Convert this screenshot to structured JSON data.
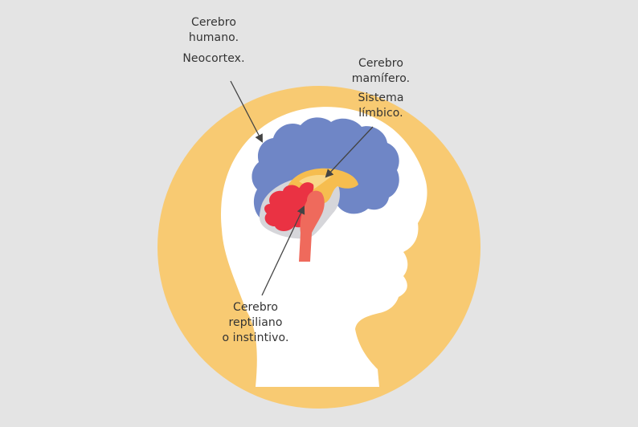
{
  "labels": {
    "human": {
      "line1": "Cerebro",
      "line2": "humano.",
      "line3": "Neocortex."
    },
    "mammal": {
      "line1": "Cerebro",
      "line2": "mamífero.",
      "line3": "Sistema",
      "line4": "límbico."
    },
    "reptile": {
      "line1": "Cerebro",
      "line2": "reptiliano",
      "line3": "o instintivo."
    }
  },
  "colors": {
    "background": "#e4e4e4",
    "circle": "#f8ca72",
    "head": "#ffffff",
    "neocortex": "#6f86c6",
    "inner_gray": "#d6d6da",
    "limbic": "#f6bd4f",
    "limbic_light": "#f9d789",
    "cerebellum": "#ea3243",
    "brainstem": "#ef6a5c",
    "label_text": "#333333",
    "arrow": "#444444"
  }
}
